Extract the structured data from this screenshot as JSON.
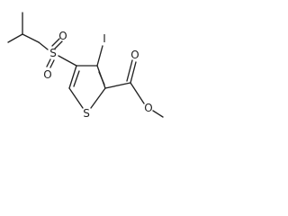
{
  "molecule": {
    "atoms": {
      "sulfonyl_sulfur": "S",
      "sulfonyl_oxygen_top": "O",
      "sulfonyl_oxygen_bottom": "O",
      "iodine": "I",
      "ring_sulfur": "S",
      "carbonyl_oxygen": "O",
      "ester_oxygen": "O"
    }
  }
}
